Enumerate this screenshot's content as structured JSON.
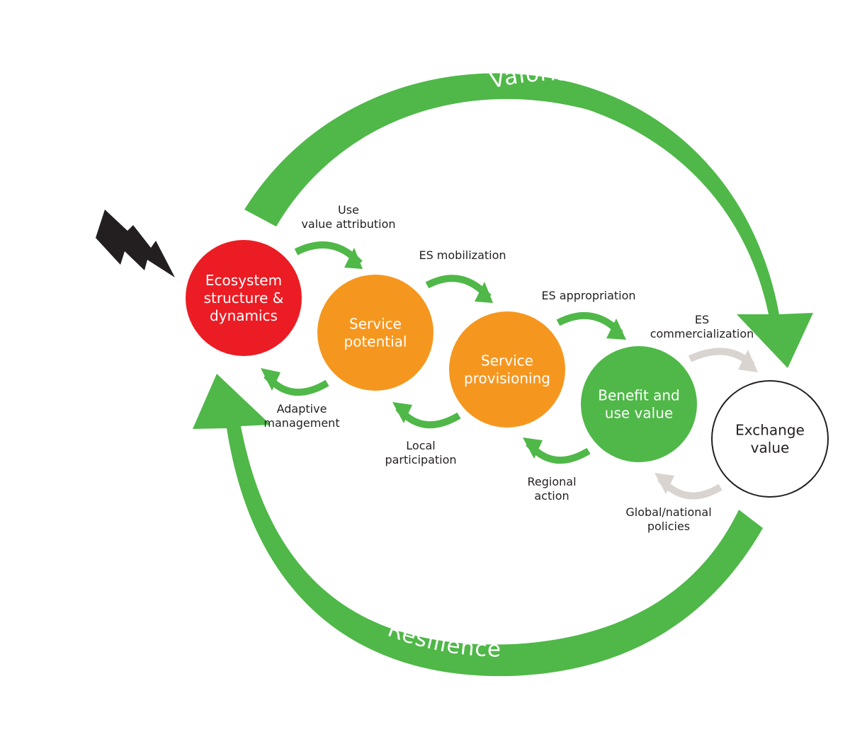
{
  "colors": {
    "green": "#4fb848",
    "orange": "#f5971f",
    "red": "#ec1c24",
    "grey": "#d9d4cf",
    "black": "#231f20",
    "white": "#ffffff"
  },
  "big_arrows": {
    "top_label": "Valorisation",
    "bottom_label": "Resilience"
  },
  "disturbance_icon": "lightning-bolt-icon",
  "nodes": [
    {
      "id": "ecosystem",
      "lines": [
        "Ecosystem",
        "structure &",
        "dynamics"
      ],
      "fill": "#ec1c24",
      "text_color": "#ffffff"
    },
    {
      "id": "service-potential",
      "lines": [
        "Service",
        "potential"
      ],
      "fill": "#f5971f",
      "text_color": "#ffffff"
    },
    {
      "id": "service-provisioning",
      "lines": [
        "Service",
        "provisioning"
      ],
      "fill": "#f5971f",
      "text_color": "#ffffff"
    },
    {
      "id": "benefit-use-value",
      "lines": [
        "Benefit and",
        "use value"
      ],
      "fill": "#4fb848",
      "text_color": "#ffffff"
    },
    {
      "id": "exchange-value",
      "lines": [
        "Exchange",
        "value"
      ],
      "fill": "#ffffff",
      "text_color": "#231f20"
    }
  ],
  "forward_flows": [
    {
      "lines": [
        "Use",
        "value attribution"
      ],
      "color": "#4fb848"
    },
    {
      "lines": [
        "ES mobilization"
      ],
      "color": "#4fb848"
    },
    {
      "lines": [
        "ES appropriation"
      ],
      "color": "#4fb848"
    },
    {
      "lines": [
        "ES",
        "commercialization"
      ],
      "color": "#d9d4cf"
    }
  ],
  "feedback_flows": [
    {
      "lines": [
        "Adaptive",
        "management"
      ],
      "color": "#4fb848"
    },
    {
      "lines": [
        "Local",
        "participation"
      ],
      "color": "#4fb848"
    },
    {
      "lines": [
        "Regional",
        "action"
      ],
      "color": "#4fb848"
    },
    {
      "lines": [
        "Global/national",
        "policies"
      ],
      "color": "#d9d4cf"
    }
  ]
}
